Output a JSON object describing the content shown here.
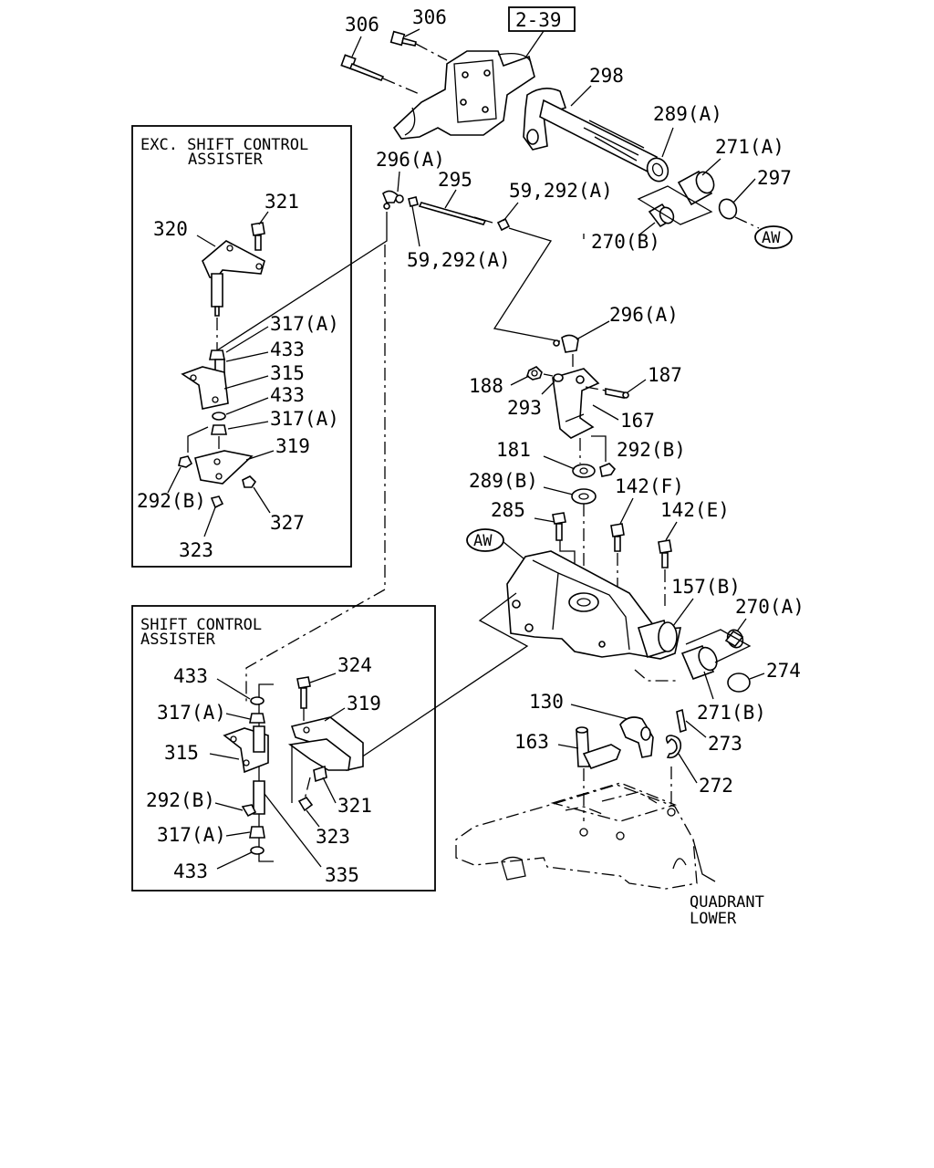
{
  "ref_box": "2-39",
  "aw_badge": "AW",
  "insets": {
    "exc": {
      "title_line1": "EXC. SHIFT CONTROL",
      "title_line2": "ASSISTER"
    },
    "sca": {
      "title_line1": "SHIFT CONTROL",
      "title_line2": "ASSISTER"
    }
  },
  "quadrant": {
    "line1": "QUADRANT",
    "line2": "LOWER"
  },
  "labels": {
    "p306a": "306",
    "p306b": "306",
    "p298": "298",
    "p289a": "289(A)",
    "p271a": "271(A)",
    "p297": "297",
    "p270b": "270(B)",
    "p296a_top": "296(A)",
    "p295": "295",
    "p59_292a_r": "59,292(A)",
    "p59_292a_l": "59,292(A)",
    "p296a_mid": "296(A)",
    "p187": "187",
    "p188": "188",
    "p293": "293",
    "p167": "167",
    "p181": "181",
    "p292b_main": "292(B)",
    "p289b": "289(B)",
    "p142f": "142(F)",
    "p285": "285",
    "p142e": "142(E)",
    "p157b": "157(B)",
    "p270a": "270(A)",
    "p274": "274",
    "p271b": "271(B)",
    "p130": "130",
    "p273": "273",
    "p163": "163",
    "p272": "272",
    "e321": "321",
    "e320": "320",
    "e317a_1": "317(A)",
    "e433_1": "433",
    "e315": "315",
    "e433_2": "433",
    "e317a_2": "317(A)",
    "e319": "319",
    "e292b": "292(B)",
    "e327": "327",
    "e323": "323",
    "s324": "324",
    "s433_1": "433",
    "s319": "319",
    "s317a_1": "317(A)",
    "s315": "315",
    "s292b": "292(B)",
    "s321": "321",
    "s323": "323",
    "s317a_2": "317(A)",
    "s433_2": "433",
    "s335": "335"
  }
}
